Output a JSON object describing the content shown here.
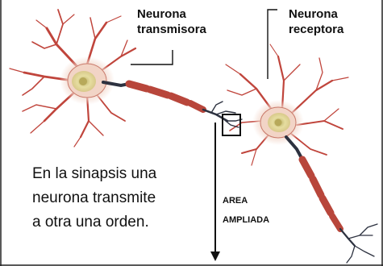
{
  "labels": {
    "transmitter": [
      "Neurona",
      "transmisora"
    ],
    "receiver": [
      "Neurona",
      "receptora"
    ],
    "caption": [
      "En la sinapsis una",
      "neurona transmite",
      "a otra una orden."
    ],
    "zoom": [
      "AREA",
      "AMPLIADA"
    ]
  },
  "colors": {
    "dendrite": "#c0453c",
    "dendrite_light": "#d46a5f",
    "axon": "#2d3240",
    "myelin": "#c04a3e",
    "myelin_dark": "#8f2e27",
    "soma_glow": "#f0dcd2",
    "nucleus": "#e9e0a6",
    "nucleus_center": "#c9c07a",
    "line": "#111111"
  }
}
